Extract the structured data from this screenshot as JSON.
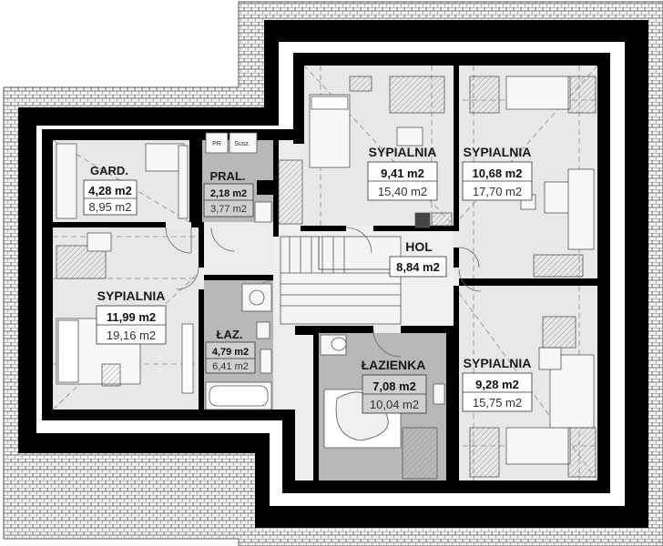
{
  "rooms": {
    "gard": {
      "name": "GARD.",
      "area": "4,28 m2",
      "floor": "8,95 m2"
    },
    "pral": {
      "name": "PRAL.",
      "area": "2,18 m2",
      "floor": "3,77 m2"
    },
    "bedroom_top": {
      "name": "SYPIALNIA",
      "area": "9,41 m2",
      "floor": "15,40 m2"
    },
    "bedroom_top_right": {
      "name": "SYPIALNIA",
      "area": "10,68 m2",
      "floor": "17,70 m2"
    },
    "hol": {
      "name": "HOL",
      "area": "8,84 m2"
    },
    "bedroom_left": {
      "name": "SYPIALNIA",
      "area": "11,99 m2",
      "floor": "19,16 m2"
    },
    "laz": {
      "name": "ŁAZ.",
      "area": "4,79 m2",
      "floor": "6,41 m2"
    },
    "lazienka": {
      "name": "ŁAZIENKA",
      "area": "7,08 m2",
      "floor": "10,04 m2"
    },
    "bedroom_bottom_right": {
      "name": "SYPIALNIA",
      "area": "9,28 m2",
      "floor": "15,75 m2"
    }
  },
  "appliances": {
    "washer": "PR",
    "dryer": "Susz."
  },
  "colors": {
    "wall": "#000000",
    "roof_tile": "#9a9a9a",
    "floor": "#e6e6e6",
    "wet_room": "#bdbdbd",
    "hall": "#eeeeee"
  }
}
